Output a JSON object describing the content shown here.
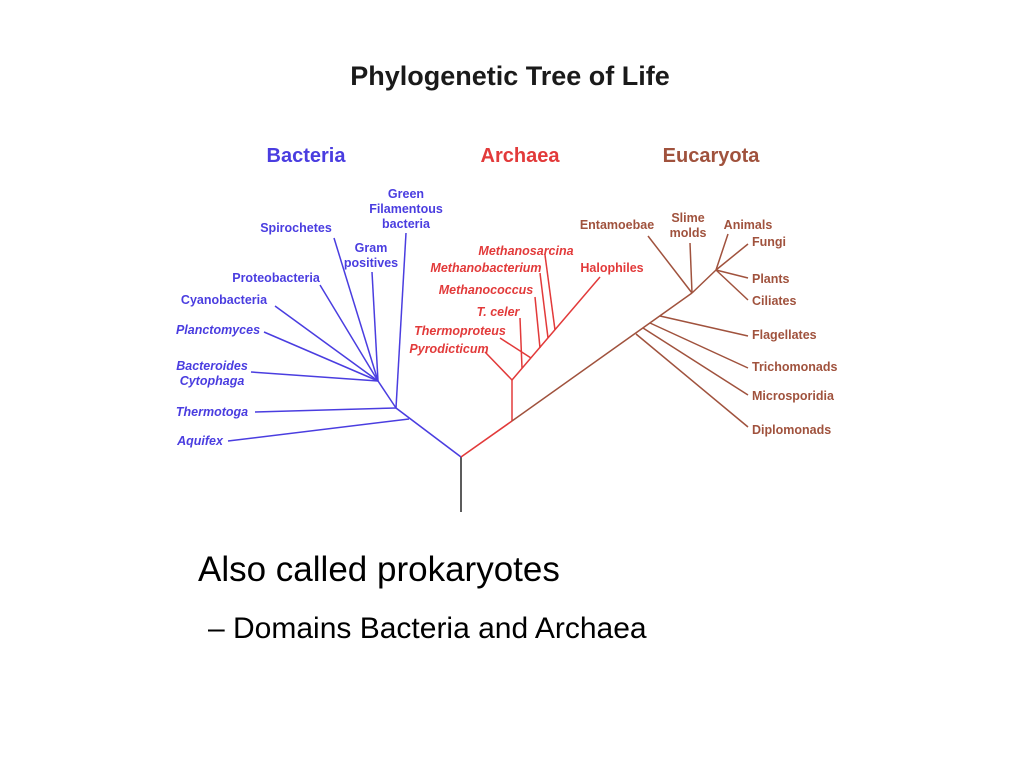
{
  "slide": {
    "diagram_title": "Phylogenetic Tree of Life",
    "bullet": "Also called prokaryotes",
    "sub_bullet": "– Domains Bacteria and Archaea"
  },
  "colors": {
    "bacteria": "#4a3de0",
    "archaea": "#e23a3a",
    "eucaryota": "#a0523d",
    "root": "#333333"
  },
  "domains": {
    "bacteria": "Bacteria",
    "archaea": "Archaea",
    "eucaryota": "Eucaryota"
  },
  "bacteria": {
    "green_1": "Green",
    "green_2": "Filamentous",
    "green_3": "bacteria",
    "spirochetes": "Spirochetes",
    "gram_1": "Gram",
    "gram_2": "positives",
    "proteobacteria": "Proteobacteria",
    "cyanobacteria": "Cyanobacteria",
    "planctomyces": "Planctomyces",
    "bacteroides_1": "Bacteroides",
    "bacteroides_2": "Cytophaga",
    "thermotoga": "Thermotoga",
    "aquifex": "Aquifex"
  },
  "archaea": {
    "methanosarcina": "Methanosarcina",
    "methanobacterium": "Methanobacterium",
    "halophiles": "Halophiles",
    "methanococcus": "Methanococcus",
    "tceler": "T. celer",
    "thermoproteus": "Thermoproteus",
    "pyrodicticum": "Pyrodicticum"
  },
  "eucaryota": {
    "entamoebae": "Entamoebae",
    "slime_1": "Slime",
    "slime_2": "molds",
    "animals": "Animals",
    "fungi": "Fungi",
    "plants": "Plants",
    "ciliates": "Ciliates",
    "flagellates": "Flagellates",
    "trichomonads": "Trichomonads",
    "microsporidia": "Microsporidia",
    "diplomonads": "Diplomonads"
  }
}
